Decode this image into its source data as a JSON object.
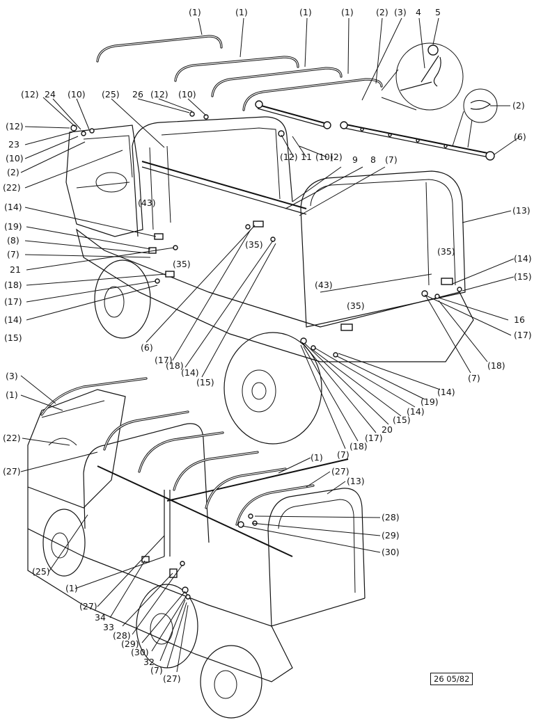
{
  "figure": {
    "stamp": "26 05/82",
    "callouts": [
      {
        "id": "c1a",
        "text": "(1)"
      },
      {
        "id": "c1b",
        "text": "(1)"
      },
      {
        "id": "c1c",
        "text": "(1)"
      },
      {
        "id": "c1d",
        "text": "(1)"
      },
      {
        "id": "c2a",
        "text": "(2)"
      },
      {
        "id": "c3a",
        "text": "(3)"
      },
      {
        "id": "c4",
        "text": "4"
      },
      {
        "id": "c5",
        "text": "5"
      },
      {
        "id": "c2b",
        "text": "(2)"
      },
      {
        "id": "c6",
        "text": "(6)"
      },
      {
        "id": "c12a",
        "text": "(12)"
      },
      {
        "id": "c24",
        "text": "24"
      },
      {
        "id": "c10a",
        "text": "(10)"
      },
      {
        "id": "c25a",
        "text": "(25)"
      },
      {
        "id": "c26",
        "text": "26"
      },
      {
        "id": "c12b",
        "text": "(12)"
      },
      {
        "id": "c10b",
        "text": "(10)"
      },
      {
        "id": "c12c",
        "text": "(12)"
      },
      {
        "id": "c23",
        "text": "23"
      },
      {
        "id": "c10c",
        "text": "(10)"
      },
      {
        "id": "c2c",
        "text": "(2)"
      },
      {
        "id": "c22a",
        "text": "(22)"
      },
      {
        "id": "c12d",
        "text": "(12)"
      },
      {
        "id": "c11",
        "text": "11"
      },
      {
        "id": "c10d",
        "text": "(10)"
      },
      {
        "id": "c2d",
        "text": "(2)"
      },
      {
        "id": "c9",
        "text": "9"
      },
      {
        "id": "c8a",
        "text": "8"
      },
      {
        "id": "c7a",
        "text": "(7)"
      },
      {
        "id": "c14a",
        "text": "(14)"
      },
      {
        "id": "c43a",
        "text": "(43)"
      },
      {
        "id": "c13a",
        "text": "(13)"
      },
      {
        "id": "c19a",
        "text": "(19)"
      },
      {
        "id": "c8b",
        "text": "(8)"
      },
      {
        "id": "c35a",
        "text": "(35)"
      },
      {
        "id": "c7b",
        "text": "(7)"
      },
      {
        "id": "c21",
        "text": "21"
      },
      {
        "id": "c35b",
        "text": "(35)"
      },
      {
        "id": "c35c",
        "text": "(35)"
      },
      {
        "id": "c14b",
        "text": "(14)"
      },
      {
        "id": "c18a",
        "text": "(18)"
      },
      {
        "id": "c15a",
        "text": "(15)"
      },
      {
        "id": "c17a",
        "text": "(17)"
      },
      {
        "id": "c43b",
        "text": "(43)"
      },
      {
        "id": "c14c",
        "text": "(14)"
      },
      {
        "id": "c35d",
        "text": "(35)"
      },
      {
        "id": "c16",
        "text": "16"
      },
      {
        "id": "c15b",
        "text": "(15)"
      },
      {
        "id": "c17b",
        "text": "(17)"
      },
      {
        "id": "c6b",
        "text": "(6)"
      },
      {
        "id": "c18b",
        "text": "(18)"
      },
      {
        "id": "c7c",
        "text": "(7)"
      },
      {
        "id": "c17c",
        "text": "(17)"
      },
      {
        "id": "c14d",
        "text": "(14)"
      },
      {
        "id": "c18c",
        "text": "(18)"
      },
      {
        "id": "c15c",
        "text": "(15)"
      },
      {
        "id": "c14e",
        "text": "(14)"
      },
      {
        "id": "c19b",
        "text": "(19)"
      },
      {
        "id": "c14f",
        "text": "(14)"
      },
      {
        "id": "c15d",
        "text": "(15)"
      },
      {
        "id": "c20",
        "text": "20"
      },
      {
        "id": "c17d",
        "text": "(17)"
      },
      {
        "id": "c18d",
        "text": "(18)"
      },
      {
        "id": "c7d",
        "text": "(7)"
      },
      {
        "id": "c3b",
        "text": "(3)"
      },
      {
        "id": "c1e",
        "text": "(1)"
      },
      {
        "id": "c22b",
        "text": "(22)"
      },
      {
        "id": "c1f",
        "text": "(1)"
      },
      {
        "id": "c27a",
        "text": "(27)"
      },
      {
        "id": "c27b",
        "text": "(27)"
      },
      {
        "id": "c13b",
        "text": "(13)"
      },
      {
        "id": "c28a",
        "text": "(28)"
      },
      {
        "id": "c29a",
        "text": "(29)"
      },
      {
        "id": "c30a",
        "text": "(30)"
      },
      {
        "id": "c25b",
        "text": "(25)"
      },
      {
        "id": "c1g",
        "text": "(1)"
      },
      {
        "id": "c27c",
        "text": "(27)"
      },
      {
        "id": "c34",
        "text": "34"
      },
      {
        "id": "c33",
        "text": "33"
      },
      {
        "id": "c28b",
        "text": "(28)"
      },
      {
        "id": "c29b",
        "text": "(29)"
      },
      {
        "id": "c30b",
        "text": "(30)"
      },
      {
        "id": "c32",
        "text": "32"
      },
      {
        "id": "c7e",
        "text": "(7)"
      },
      {
        "id": "c27d",
        "text": "(27)"
      }
    ]
  }
}
